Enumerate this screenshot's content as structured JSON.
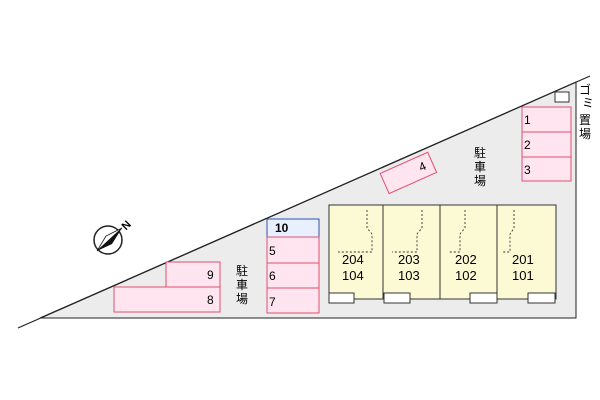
{
  "parking_left": [
    "5",
    "6",
    "7",
    "10",
    "9",
    "8"
  ],
  "parking_right": [
    "1",
    "2",
    "3",
    "4"
  ],
  "parking_label_left": [
    "駐",
    "車",
    "場"
  ],
  "parking_label_right": [
    "駐",
    "車",
    "場"
  ],
  "units": [
    {
      "upper": "204",
      "lower": "104"
    },
    {
      "upper": "203",
      "lower": "103"
    },
    {
      "upper": "202",
      "lower": "102"
    },
    {
      "upper": "201",
      "lower": "101"
    }
  ],
  "garbage_label": [
    "ゴ",
    "ミ",
    "置",
    "場"
  ],
  "compass": {
    "north": "N",
    "icon": "compass-icon"
  },
  "colors": {
    "site_fill": "#ececec",
    "parking_fill": "#ffe5ef",
    "parking_stroke": "#e05070",
    "slot10_fill": "#e8f0ff",
    "slot10_stroke": "#3050b0",
    "building_fill": "#fcfad5",
    "building_stroke": "#333333"
  }
}
